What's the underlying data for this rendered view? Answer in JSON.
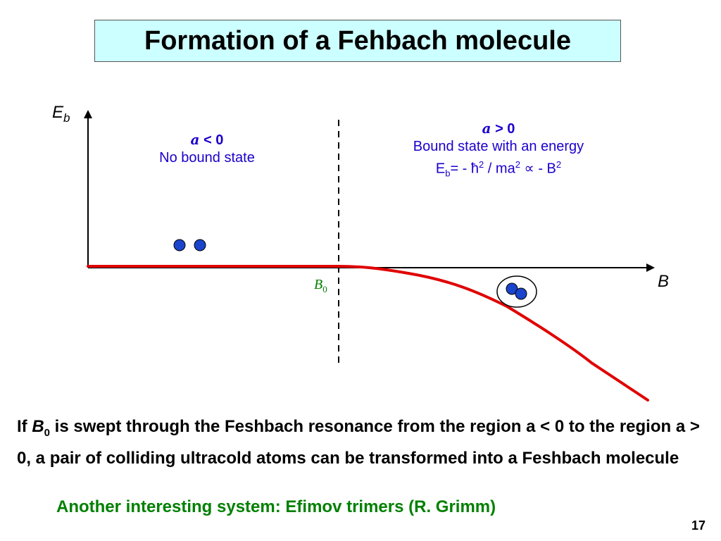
{
  "title": "Formation of a Fehbach molecule",
  "axes": {
    "y_label": "E",
    "y_sub": "b",
    "x_label": "B"
  },
  "b0": {
    "symbol": "B",
    "sub": "0"
  },
  "left_region": {
    "symbol": "a",
    "relation": " < 0",
    "description": "No bound state"
  },
  "right_region": {
    "symbol": "a",
    "relation": " > 0",
    "description": "Bound state with an energy",
    "formula_parts": [
      "E",
      "b",
      "= - ħ",
      "2",
      " / ma",
      "2",
      " ∝ - B",
      "2"
    ]
  },
  "caption": {
    "prefix": "If ",
    "b_symbol": "B",
    "b_sub": "0",
    "rest": " is swept through the Feshbach resonance from the region a < 0 to the region a > 0, a pair of colliding ultracold atoms can be transformed into a Feshbach molecule"
  },
  "note": "Another interesting system: Efimov trimers (R. Grimm)",
  "page_number": "17",
  "colors": {
    "title_bg": "#ccffff",
    "curve": "#e00000",
    "atom": "#1a44cc",
    "text_blue": "#1a00cc",
    "note_green": "#008000"
  }
}
